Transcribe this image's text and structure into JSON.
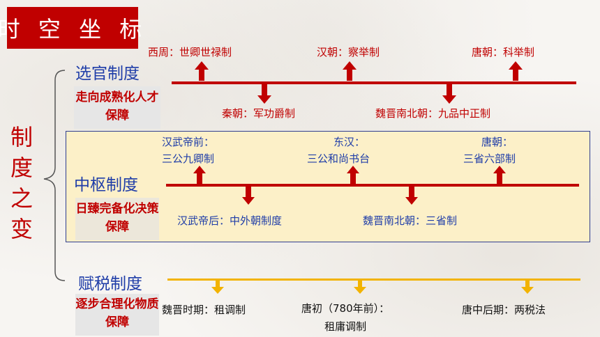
{
  "title": "时 空 坐 标",
  "side_label": "制度之变",
  "sections": {
    "xuanguan": {
      "title": "选官制度",
      "tag": "走向成熟化人才保障",
      "above": [
        "西周：世卿世禄制",
        "汉朝：察举制",
        "唐朝：科举制"
      ],
      "below": [
        "秦朝：军功爵制",
        "魏晋南北朝：九品中正制"
      ]
    },
    "zhongshu": {
      "title": "中枢制度",
      "tag": "日臻完备化决策保障",
      "above": [
        {
          "line1": "汉武帝前：",
          "line2": "三公九卿制"
        },
        {
          "line1": "东汉：",
          "line2": "三公和尚书台"
        },
        {
          "line1": "唐朝：",
          "line2": "三省六部制"
        }
      ],
      "below": [
        "汉武帝后：中外朝制度",
        "魏晋南北朝：三省制"
      ]
    },
    "fushui": {
      "title": "赋税制度",
      "tag": "逐步合理化物质保障",
      "items": [
        {
          "line1": "魏晋时期：租调制",
          "line2": ""
        },
        {
          "line1": "唐初（780年前）：",
          "line2": "租庸调制"
        },
        {
          "line1": "唐中后期：两税法",
          "line2": ""
        }
      ]
    }
  },
  "colors": {
    "red": "#c00000",
    "blue": "#1f3da8",
    "gold": "#f2b300",
    "panel": "#fcf0c8"
  }
}
